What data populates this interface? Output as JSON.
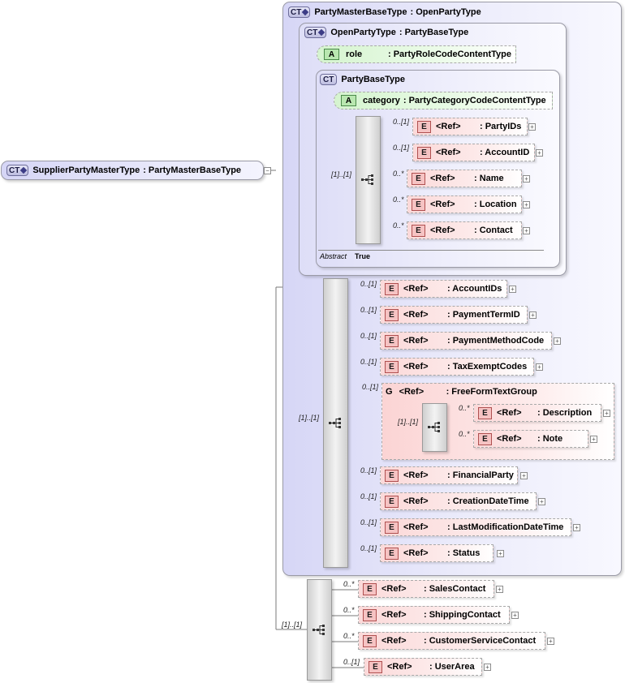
{
  "root": {
    "badge": "CT",
    "name": "SupplierPartyMasterType",
    "base": ": PartyMasterBaseType"
  },
  "outer_ct": {
    "badge": "CT",
    "name": "PartyMasterBaseType",
    "base": ": OpenPartyType"
  },
  "open_ct": {
    "badge": "CT",
    "name": "OpenPartyType",
    "base": ": PartyBaseType"
  },
  "partybase_ct": {
    "badge": "CT",
    "name": "PartyBaseType",
    "abstract_label": "Abstract",
    "abstract_value": "True"
  },
  "attributes": [
    {
      "badge": "A",
      "name": "role",
      "type": ": PartyRoleCodeContentType"
    },
    {
      "badge": "A",
      "name": "category",
      "type": ": PartyCategoryCodeContentType"
    }
  ],
  "partybase_seq": {
    "card": "[1]..[1]"
  },
  "partybase_elements": [
    {
      "badge": "E",
      "ref": "<Ref>",
      "name": ": PartyIDs",
      "card": "0..[1]"
    },
    {
      "badge": "E",
      "ref": "<Ref>",
      "name": ": AccountID",
      "card": "0..[1]"
    },
    {
      "badge": "E",
      "ref": "<Ref>",
      "name": ": Name",
      "card": "0..*"
    },
    {
      "badge": "E",
      "ref": "<Ref>",
      "name": ": Location",
      "card": "0..*"
    },
    {
      "badge": "E",
      "ref": "<Ref>",
      "name": ": Contact",
      "card": "0..*"
    }
  ],
  "master_seq": {
    "card": "[1]..[1]"
  },
  "master_elements": [
    {
      "badge": "E",
      "ref": "<Ref>",
      "name": ": AccountIDs",
      "card": "0..[1]"
    },
    {
      "badge": "E",
      "ref": "<Ref>",
      "name": ": PaymentTermID",
      "card": "0..[1]"
    },
    {
      "badge": "E",
      "ref": "<Ref>",
      "name": ": PaymentMethodCode",
      "card": "0..[1]"
    },
    {
      "badge": "E",
      "ref": "<Ref>",
      "name": ": TaxExemptCodes",
      "card": "0..[1]"
    }
  ],
  "group": {
    "badge": "G",
    "ref": "<Ref>",
    "name": ": FreeFormTextGroup",
    "card": "0..[1]",
    "seq_card": "[1]..[1]",
    "elements": [
      {
        "badge": "E",
        "ref": "<Ref>",
        "name": ": Description",
        "card": "0..*"
      },
      {
        "badge": "E",
        "ref": "<Ref>",
        "name": ": Note",
        "card": "0..*"
      }
    ]
  },
  "master_elements_after": [
    {
      "badge": "E",
      "ref": "<Ref>",
      "name": ": FinancialParty",
      "card": "0..[1]"
    },
    {
      "badge": "E",
      "ref": "<Ref>",
      "name": ": CreationDateTime",
      "card": "0..[1]"
    },
    {
      "badge": "E",
      "ref": "<Ref>",
      "name": ": LastModificationDateTime",
      "card": "0..[1]"
    },
    {
      "badge": "E",
      "ref": "<Ref>",
      "name": ": Status",
      "card": "0..[1]"
    }
  ],
  "supplier_seq": {
    "card": "[1]..[1]"
  },
  "supplier_elements": [
    {
      "badge": "E",
      "ref": "<Ref>",
      "name": ": SalesContact",
      "card": "0..*"
    },
    {
      "badge": "E",
      "ref": "<Ref>",
      "name": ": ShippingContact",
      "card": "0..*"
    },
    {
      "badge": "E",
      "ref": "<Ref>",
      "name": ": CustomerServiceContact",
      "card": "0..*"
    },
    {
      "badge": "E",
      "ref": "<Ref>",
      "name": ": UserArea",
      "card": "0..[1]"
    }
  ]
}
